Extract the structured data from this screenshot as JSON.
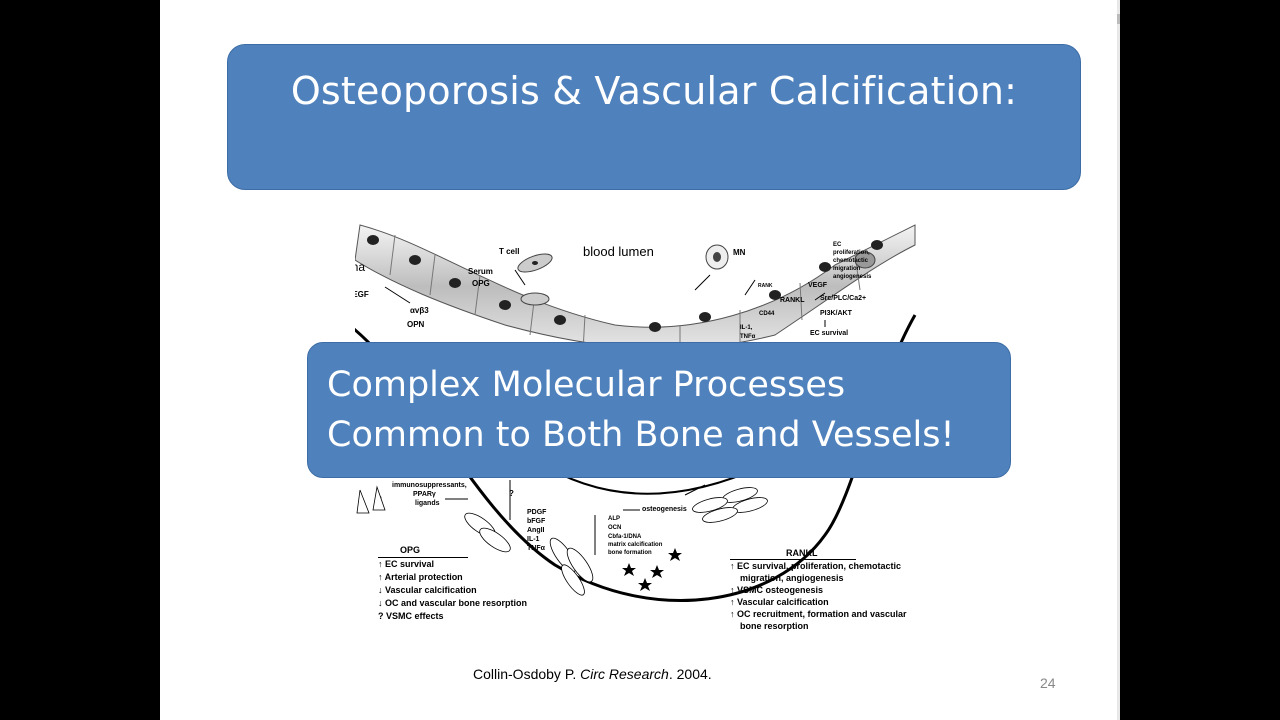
{
  "slide": {
    "title": "Osteoporosis & Vascular Calcification:",
    "overlay_line1": "Complex Molecular Processes",
    "overlay_line2": "Common to Both Bone and Vessels!",
    "citation_author": "Collin-Osdoby P.",
    "citation_journal": "Circ Research",
    "citation_year": ". 2004.",
    "page_number": "24"
  },
  "diagram": {
    "top": {
      "blood_lumen": "blood lumen",
      "intima": "intima",
      "t_cell": "T cell",
      "serum_opg_1": "Serum",
      "serum_opg_2": "OPG",
      "mn": "MN",
      "vegf_left": "VEGF",
      "avb3": "αvβ3",
      "opn": "OPN",
      "ec_1": "EC",
      "ec_2": "proliferation,",
      "ec_3": "chemotactic",
      "ec_4": "migration",
      "ec_5": "angiogenesis",
      "vegf_right": "VEGF",
      "rankl_top": "RANKL",
      "rank": "RANK",
      "src": "Src/PLC/Ca2+",
      "pi3k": "PI3K/AKT",
      "cd44": "CD44",
      "ec_survival": "EC survival",
      "il1": "IL-1,",
      "tnfa": "TNFα"
    },
    "middle": {
      "immuno_1": "immunosuppressants,",
      "immuno_2": "PPARγ",
      "immuno_3": "ligands",
      "q1": "?",
      "q2": "?",
      "pdgf": "PDGF",
      "bfgf": "bFGF",
      "angii": "AngII",
      "il1": "IL-1",
      "tnfa": "TNFα",
      "alp": "ALP",
      "ocn": "OCN",
      "cbfa": "Cbfa-1/DNA",
      "matrix": "matrix calcification",
      "bone_formation": "bone formation",
      "osteogenesis": "osteogenesis"
    },
    "opg_legend": {
      "heading": "OPG",
      "items": [
        "EC survival",
        "Arterial protection",
        "Vascular calcification",
        "OC and vascular bone resorption",
        "VSMC effects"
      ]
    },
    "rankl_legend": {
      "heading": "RANKL",
      "items": [
        "EC survival, proliferation, chemotactic",
        "migration, angiogenesis",
        "VSMC osteogenesis",
        "Vascular calcification",
        "OC recruitment, formation and vascular",
        "bone resorption"
      ]
    }
  }
}
